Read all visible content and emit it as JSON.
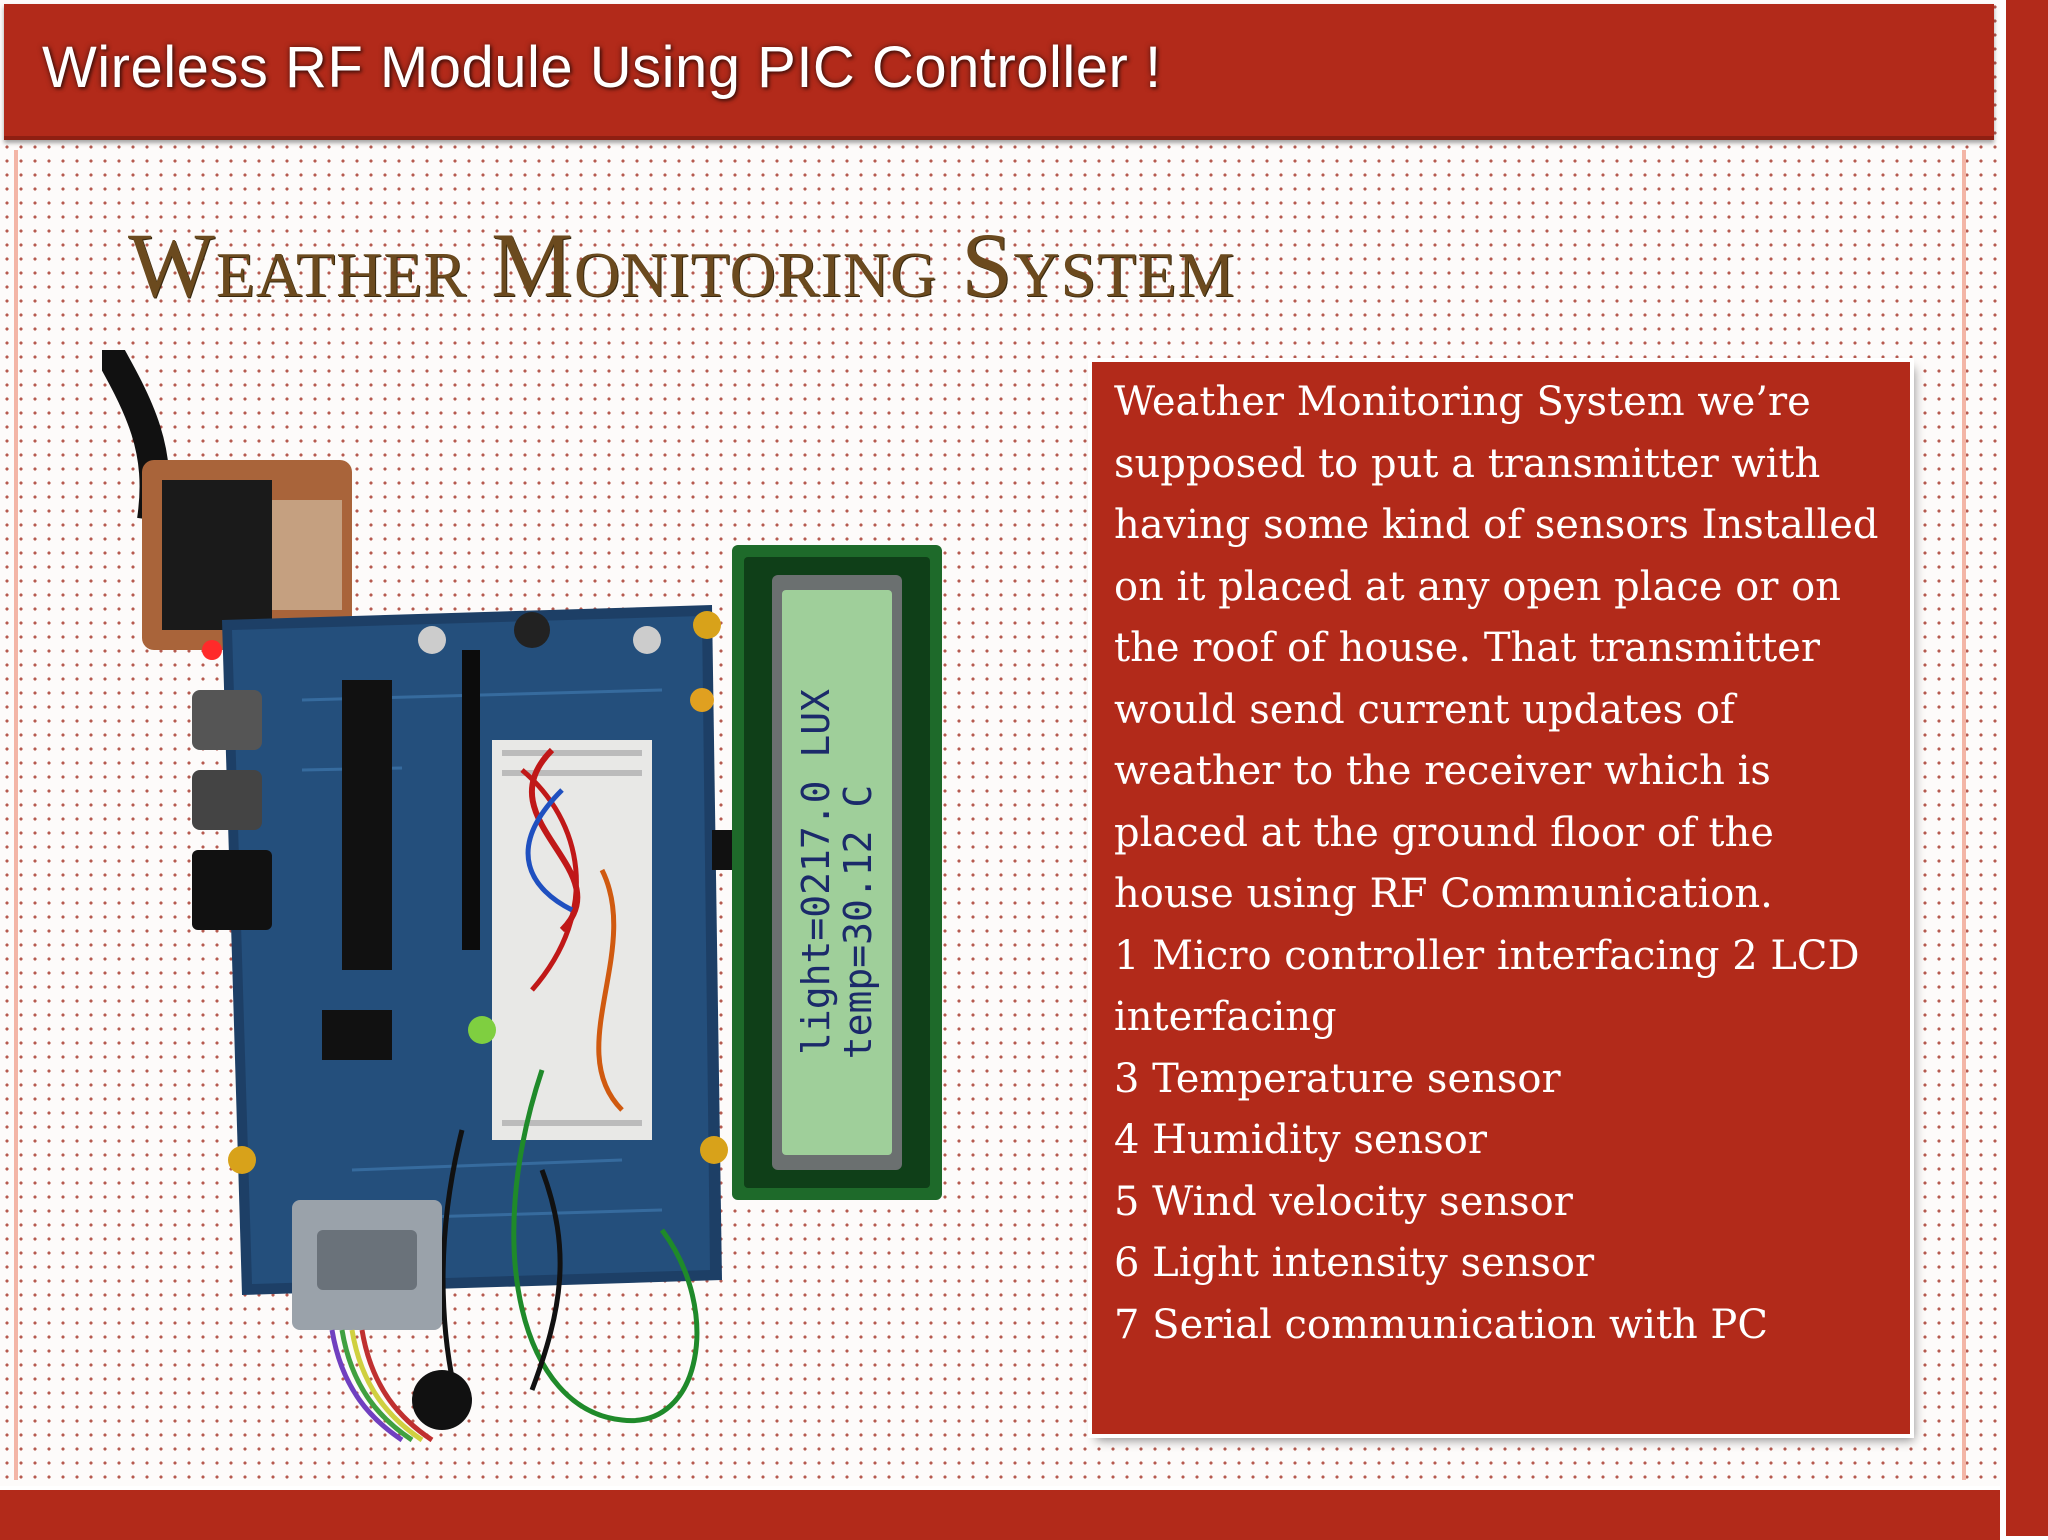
{
  "header": {
    "title": "Wireless RF Module Using PIC Controller !"
  },
  "slide": {
    "heading": "Weather Monitoring System"
  },
  "photo": {
    "lcd_line1": "light=0217.0 LUX",
    "lcd_line2": "temp=30.12 C"
  },
  "panel": {
    "description": "Weather Monitoring System we’re supposed to put a transmitter with having some kind of sensors Installed on it placed at any open place or on the roof of house. That transmitter would send current updates of weather to the receiver which is placed at the ground floor of the house using RF Communication.",
    "features": [
      "1 Micro controller interfacing 2 LCD interfacing",
      "3 Temperature sensor",
      "4 Humidity sensor",
      "5 Wind velocity sensor",
      "6 Light intensity sensor",
      "7 Serial communication with PC"
    ]
  },
  "colors": {
    "accent_red": "#b22a1a",
    "heading_brown": "#6b4a1e",
    "dot_pattern": "#b65a4f"
  }
}
